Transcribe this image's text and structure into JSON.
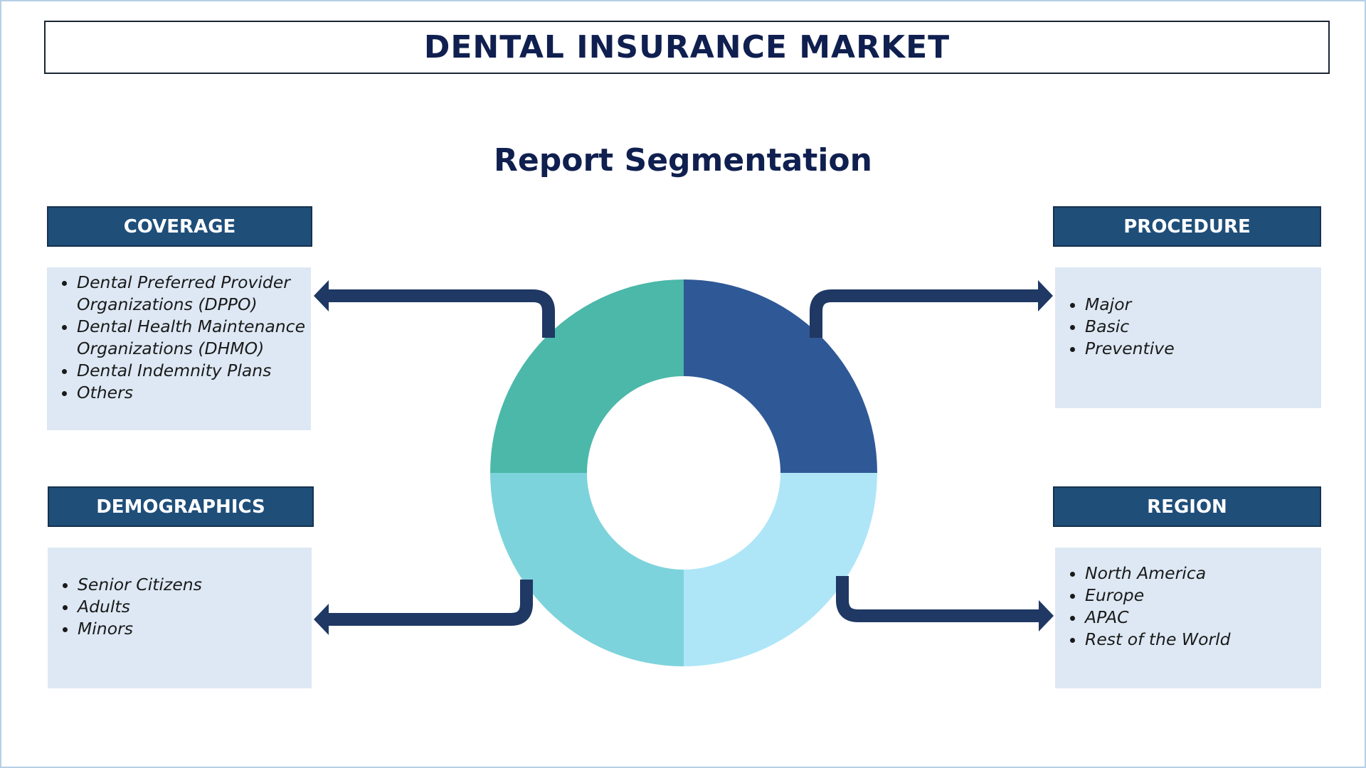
{
  "title": "DENTAL INSURANCE MARKET",
  "subtitle": "Report Segmentation",
  "colors": {
    "header_bg": "#1f4e79",
    "box_bg": "#dde8f4",
    "arrow": "#1f3864",
    "donut": [
      "#2f5896",
      "#aee6f8",
      "#7dd3db",
      "#4bb8a9"
    ]
  },
  "segments": {
    "coverage": {
      "label": "COVERAGE",
      "items": [
        "Dental Preferred Provider Organizations (DPPO)",
        "Dental Health Maintenance Organizations (DHMO)",
        "Dental Indemnity Plans",
        "Others"
      ]
    },
    "procedure": {
      "label": "PROCEDURE",
      "items": [
        "Major",
        "Basic",
        "Preventive"
      ]
    },
    "demographics": {
      "label": "DEMOGRAPHICS",
      "items": [
        "Senior Citizens",
        "Adults",
        "Minors"
      ]
    },
    "region": {
      "label": "REGION",
      "items": [
        "North America",
        "Europe",
        "APAC",
        "Rest of the World"
      ]
    }
  }
}
